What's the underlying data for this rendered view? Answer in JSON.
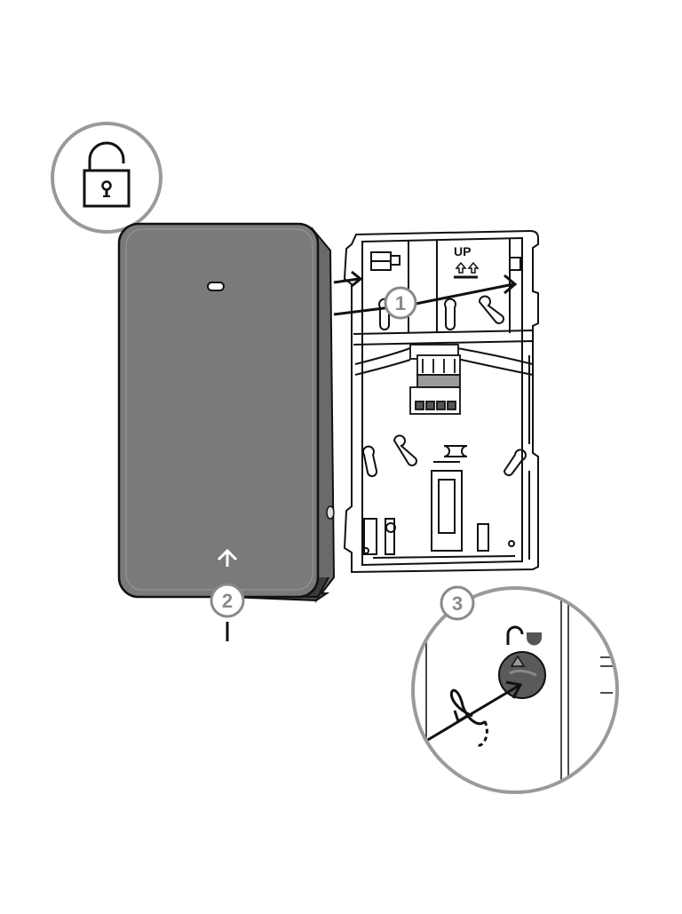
{
  "colors": {
    "device_fill": "#7a7a7a",
    "device_edge": "#1a1a1a",
    "circle_stroke": "#9a9a9a",
    "line": "#111111",
    "knob": "#5a5a5a"
  },
  "icons": {
    "unlock": "unlock-icon",
    "lock_state": "unlock-state-icon"
  },
  "labels": {
    "up": "UP"
  },
  "steps": [
    {
      "num": "1"
    },
    {
      "num": "2"
    },
    {
      "num": "3"
    }
  ]
}
